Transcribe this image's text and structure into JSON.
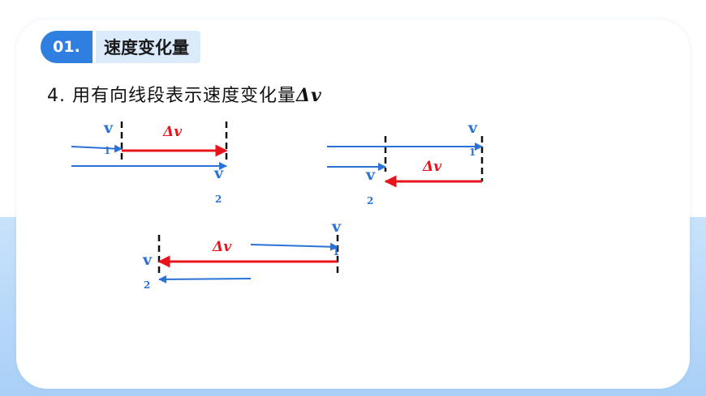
{
  "section": {
    "number": "01.",
    "title": "速度变化量"
  },
  "heading": {
    "text": "4. 用有向线段表示速度变化量",
    "symbol": "Δv"
  },
  "diagrams": {
    "v_label": "v",
    "sub1": "1",
    "sub2": "2",
    "dv_label": "Δv"
  },
  "colors": {
    "velocity": "#2a72d6",
    "delta": "#e8141c",
    "accent": "#2f7fe0"
  }
}
